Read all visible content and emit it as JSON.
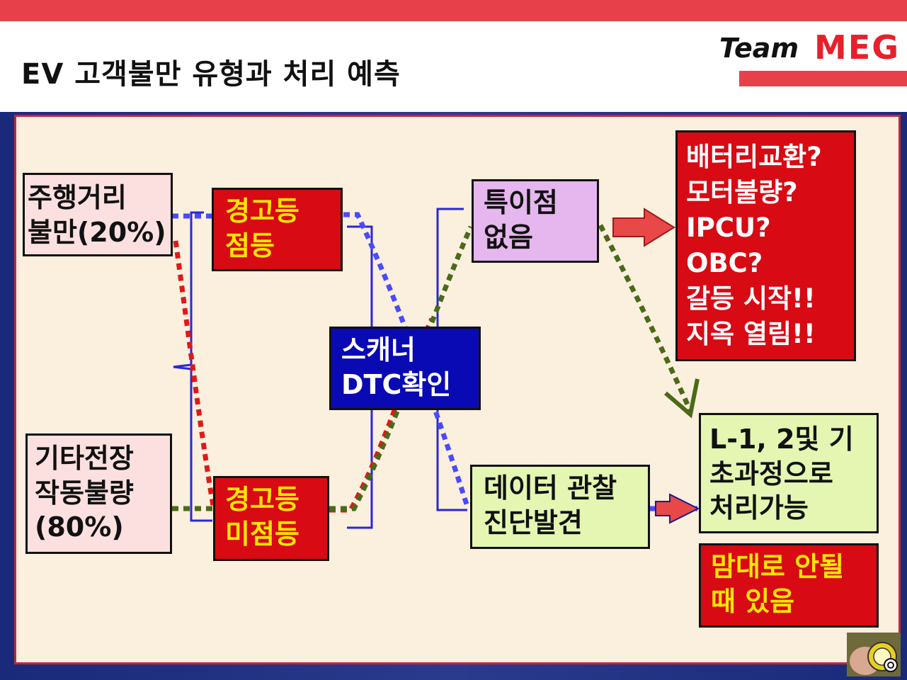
{
  "title": "EV 고객불만 유형과 처리 예측",
  "logo": {
    "team": "Team",
    "meg": "MEG"
  },
  "boxes": {
    "mileage": [
      "주행거리",
      "불만(20%)"
    ],
    "other": [
      "기타전장",
      "작동불량",
      "(80%)"
    ],
    "warn_on": [
      "경고등",
      "점등"
    ],
    "warn_off": [
      "경고등",
      "미점등"
    ],
    "scanner": [
      "스캐너",
      "DTC확인"
    ],
    "nothing": [
      "특이점",
      "없음"
    ],
    "data_diag": [
      "데이터 관찰",
      "진단발견"
    ],
    "questions": [
      "배터리교환?",
      "모터불량?",
      "IPCU?",
      "OBC?",
      "갈등 시작!!",
      "지옥 열림!!"
    ],
    "resolvable": [
      "L-1, 2및 기",
      "초과정으로",
      "처리가능"
    ],
    "sometimes": [
      "맘대로 안될",
      "때 있음"
    ]
  },
  "icons": {
    "stopwatch": "stopwatch-icon"
  },
  "colors": {
    "brand_red": "#e8404a",
    "warn_red": "#d80a14",
    "warn_text": "#ffe600",
    "scanner_blue": "#0a0ab4"
  }
}
